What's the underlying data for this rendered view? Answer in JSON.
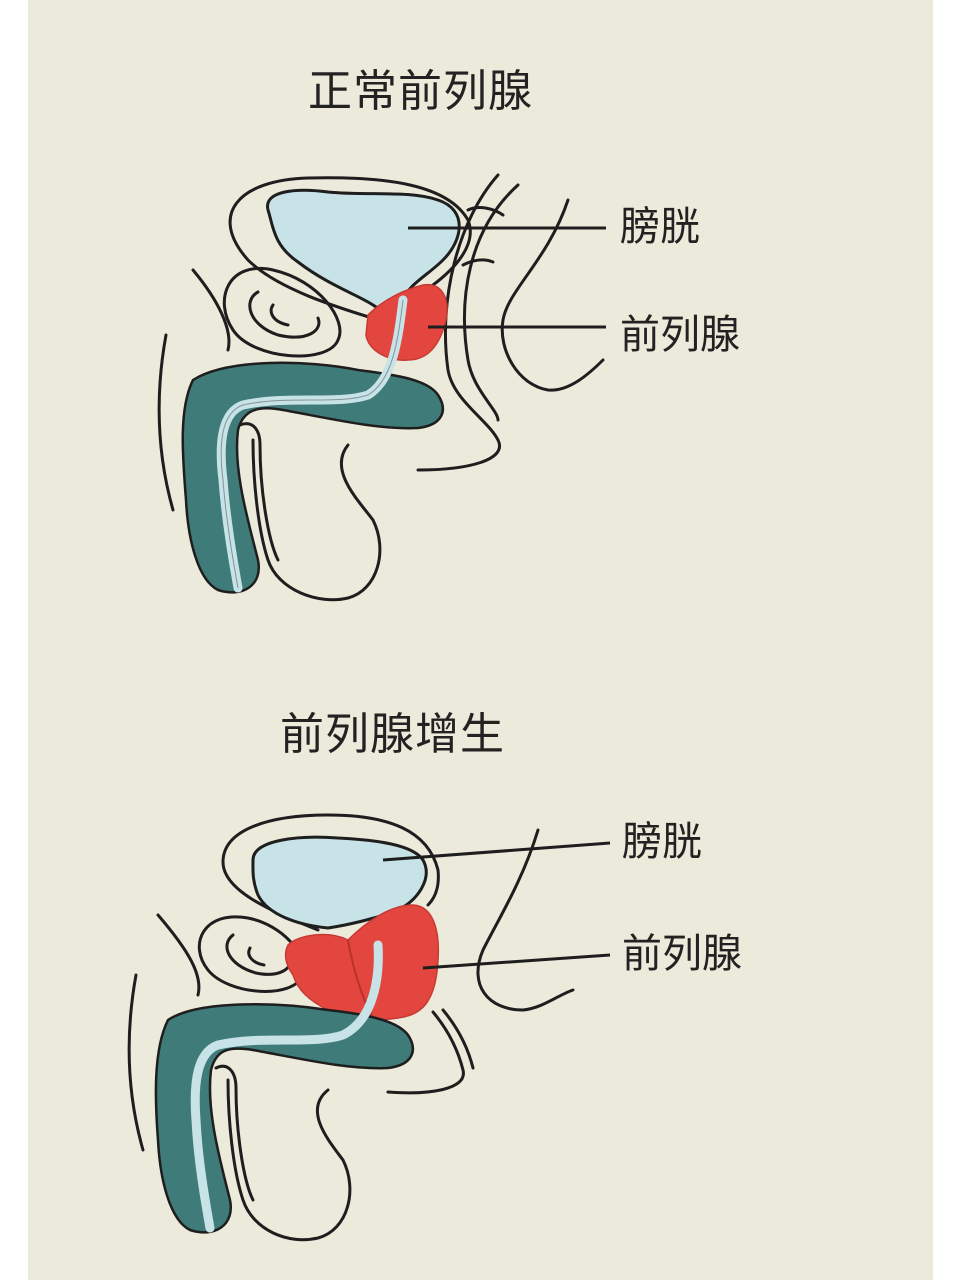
{
  "panels": [
    {
      "title": "正常前列腺",
      "labels": {
        "bladder": "膀胱",
        "prostate": "前列腺"
      }
    },
    {
      "title": "前列腺增生",
      "labels": {
        "bladder": "膀胱",
        "prostate": "前列腺"
      }
    }
  ],
  "colors": {
    "background": "#eceadb",
    "bladder_fill": "#c8e3e8",
    "prostate_fill": "#e2463f",
    "penis_fill": "#3f7b78",
    "outline": "#1e1e1e"
  }
}
